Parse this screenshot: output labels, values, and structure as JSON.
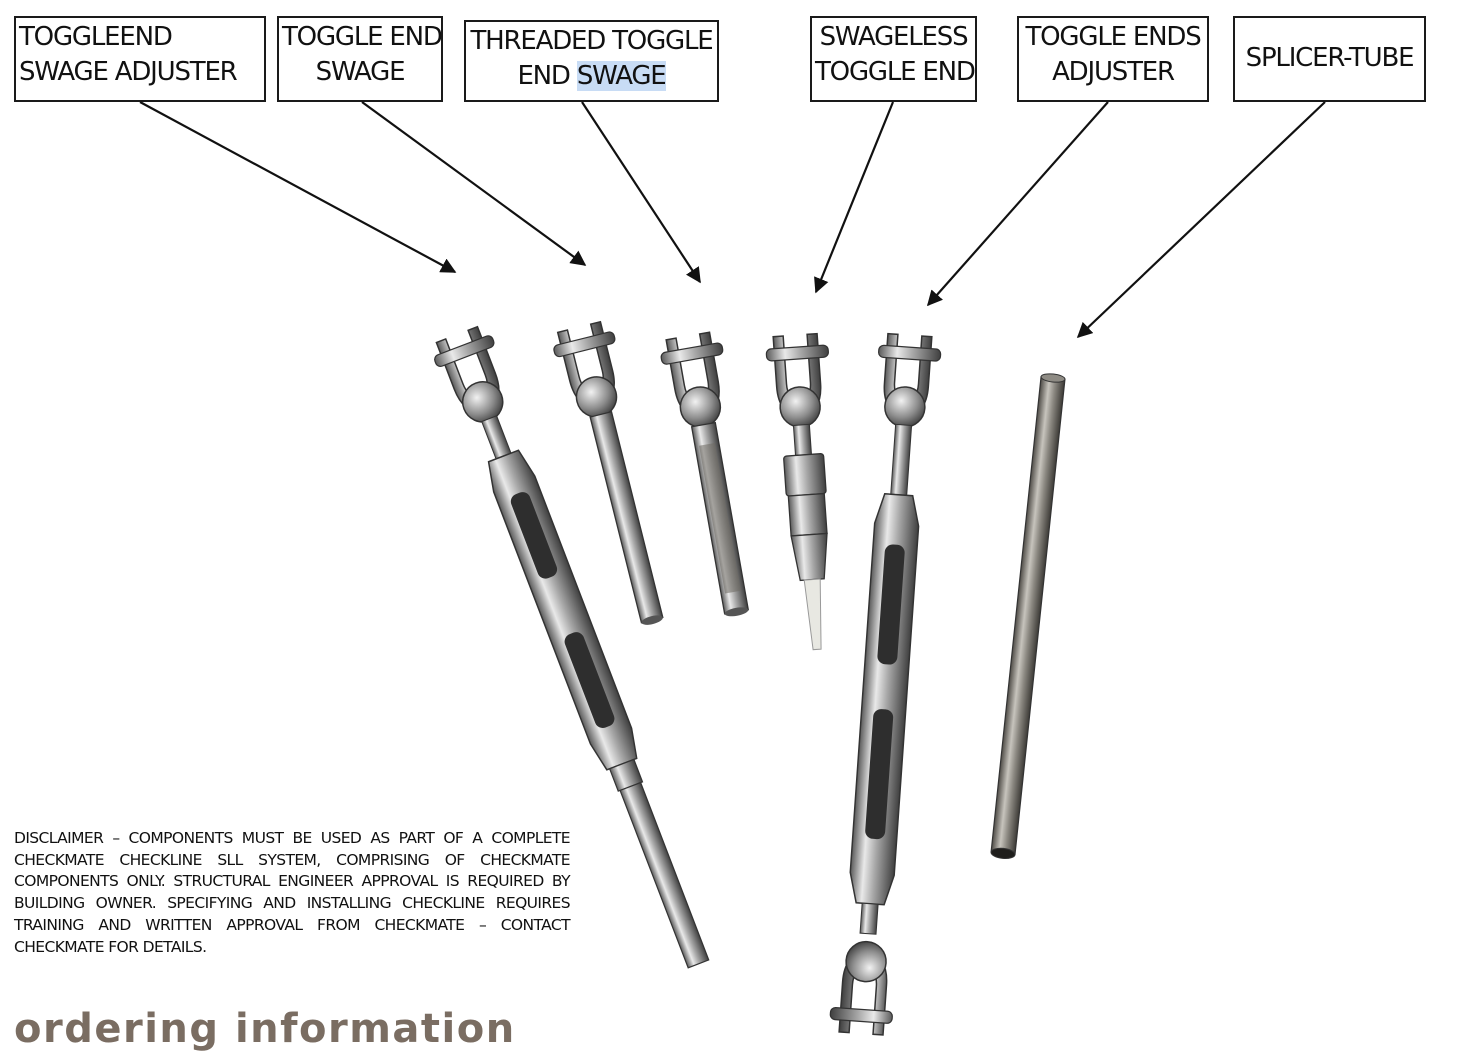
{
  "labels": [
    {
      "line1a": "TOGGLE",
      "line1b": "END",
      "line2": "SWAGE ADJUSTER"
    },
    {
      "line1": "TOGGLE END",
      "line2": "SWAGE"
    },
    {
      "line1": "THREADED TOGGLE",
      "line2a": "END ",
      "line2b": "SWAGE"
    },
    {
      "line1": "SWAGELESS",
      "line2": "TOGGLE END"
    },
    {
      "line1": "TOGGLE ENDS",
      "line2": "ADJUSTER"
    },
    {
      "line1": "SPLICER-TUBE"
    }
  ],
  "disclaimer": "DISCLAIMER – COMPONENTS MUST BE USED AS PART OF A COMPLETE CHECKMATE CHECKLINE SLL SYSTEM, COMPRISING OF CHECKMATE COMPONENTS ONLY. STRUCTURAL ENGINEER APPROVAL IS REQUIRED BY BUILDING OWNER.  SPECIFYING AND INSTALLING CHECKLINE REQUIRES TRAINING AND WRITTEN APPROVAL FROM CHECKMATE – CONTACT CHECKMATE FOR DETAILS.",
  "section_heading": "ordering information",
  "colors": {
    "heading": "#7a6d62",
    "highlight": "#c8dcf5",
    "steel": "#a9a9a9"
  }
}
